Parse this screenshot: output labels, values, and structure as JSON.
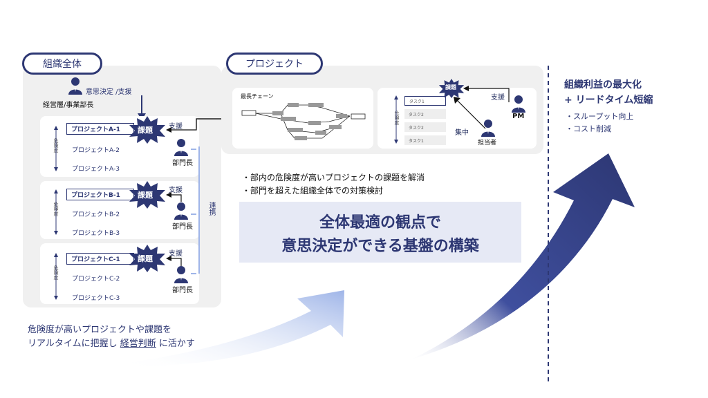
{
  "org": {
    "title": "組織全体",
    "exec_action": "意思決定 /支援",
    "exec_label": "経営層/事業部長",
    "groups": [
      {
        "projects": [
          "プロジェクトA-1",
          "プロジェクトA-2",
          "プロジェクトA-3"
        ],
        "issue": "課題",
        "support": "支援",
        "manager": "部門長",
        "risk": "危険度"
      },
      {
        "projects": [
          "プロジェクトB-1",
          "プロジェクトB-2",
          "プロジェクトB-3"
        ],
        "issue": "課題",
        "support": "支援",
        "manager": "部門長",
        "risk": "危険度"
      },
      {
        "projects": [
          "プロジェクトC-1",
          "プロジェクトC-2",
          "プロジェクトC-3"
        ],
        "issue": "課題",
        "support": "支援",
        "manager": "部門長",
        "risk": "危険度"
      }
    ],
    "link_label": "連携"
  },
  "project": {
    "title": "プロジェクト",
    "chain_label": "最長チェーン",
    "issue": "課題",
    "support": "支援",
    "pm": "PM",
    "focus": "集中",
    "assignee": "担当者",
    "risk": "危険度",
    "tasks": [
      "タスク1",
      "タスク2",
      "タスク2",
      "タスク1"
    ]
  },
  "bullets": [
    "・部内の危険度が高いプロジェクトの課題を解消",
    "・部門を超えた組織全体での対策検討"
  ],
  "headline": [
    "全体最適の観点で",
    "意思決定ができる基盤の構築"
  ],
  "bottom_text": {
    "line1": "危険度が高いプロジェクトや課題を",
    "line2_a": "リアルタイムに把握し",
    "line2_b": "経営判断",
    "line2_c": "に活かす"
  },
  "goal": {
    "line1": "組織利益の最大化",
    "line2": "+ リードタイム短縮",
    "items": [
      "・スループット向上",
      "・コスト削減"
    ]
  },
  "colors": {
    "navy": "#2d3773",
    "panel": "#f0f0f0",
    "headline_bg": "#e6e9f5"
  }
}
